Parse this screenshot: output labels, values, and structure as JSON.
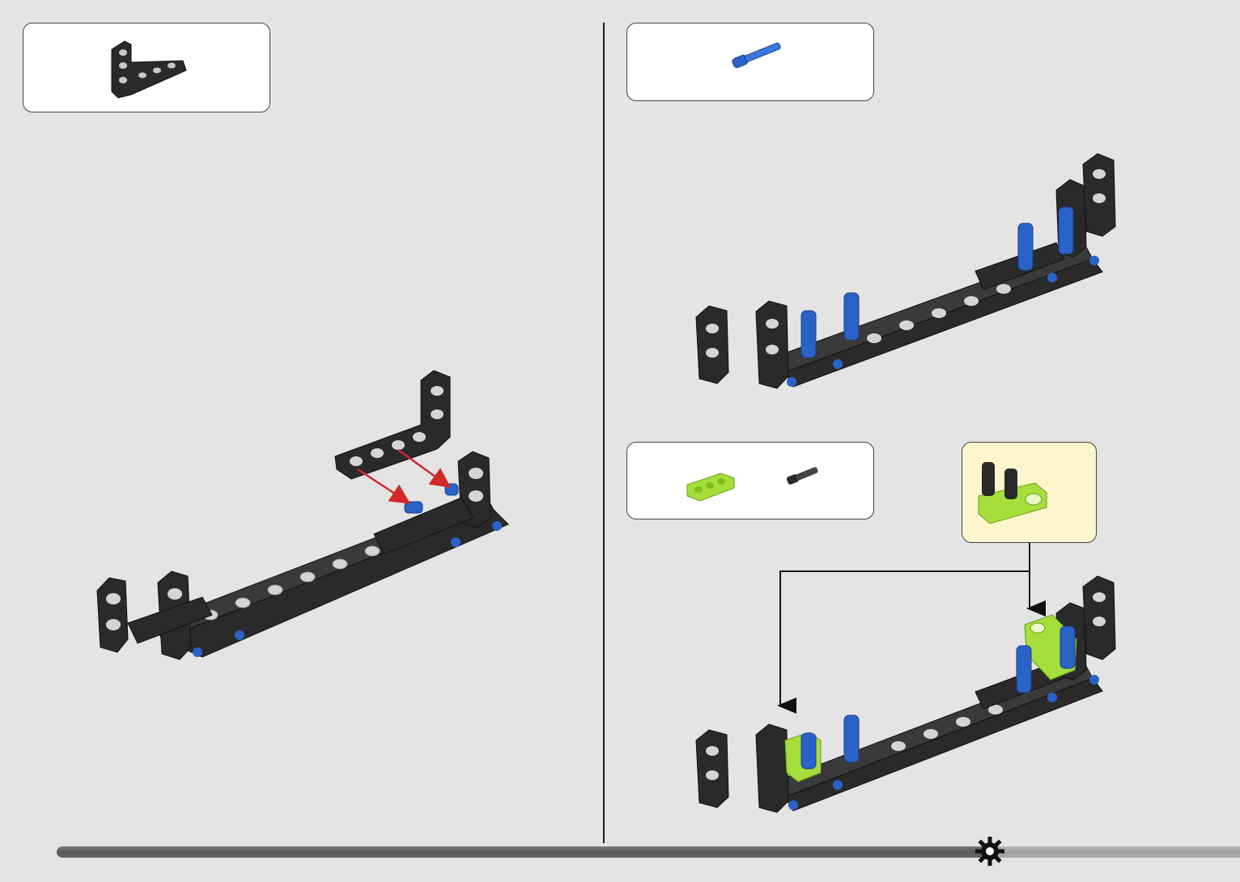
{
  "page": {
    "background": "#e4e4e4",
    "progress_fraction": 0.79,
    "progress_icon": "gear-icon"
  },
  "colors": {
    "beam_black": "#2a2a2a",
    "hole_gray": "#c8c8c8",
    "pin_blue": "#2a62c8",
    "pin_blue_dark": "#1a3f8c",
    "lime": "#a6de3c",
    "lime_dark": "#6da019",
    "arrow_red": "#d42828",
    "callout_bg": "#fdf5cc"
  },
  "steps": [
    {
      "id": "left",
      "parts": [
        {
          "icon": "l-beam-icon",
          "color": "black",
          "count": ""
        }
      ],
      "arrows": 2,
      "arrow_color": "red"
    },
    {
      "id": "right-top",
      "parts": [
        {
          "icon": "blue-axle-pin-icon",
          "color": "blue",
          "count": ""
        }
      ]
    },
    {
      "id": "right-bottom",
      "parts": [
        {
          "icon": "lime-3-hole-beam-icon",
          "color": "lime",
          "count": ""
        },
        {
          "icon": "black-friction-pin-icon",
          "color": "black",
          "count": ""
        }
      ],
      "callout": {
        "icon": "lime-beam-with-pins-icon"
      }
    }
  ]
}
